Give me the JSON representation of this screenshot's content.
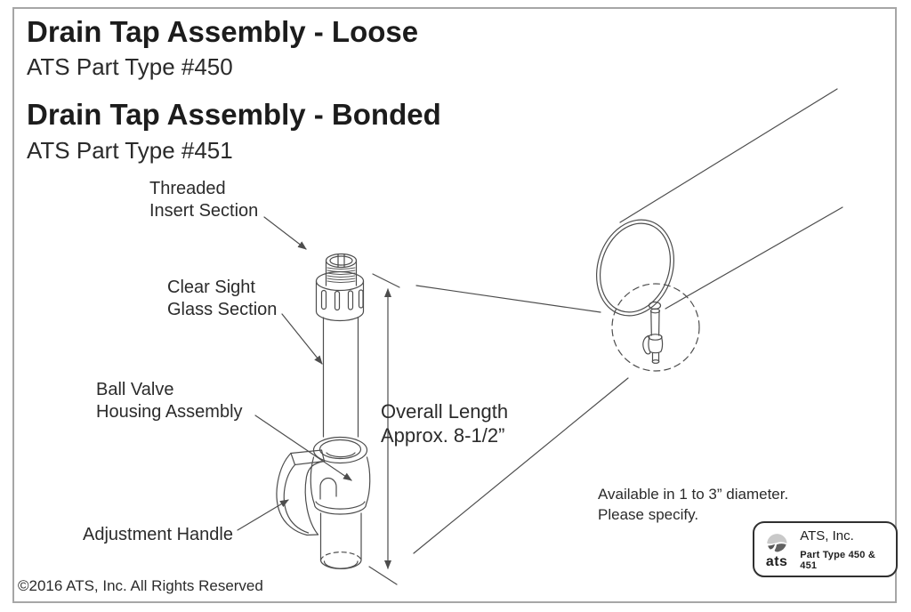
{
  "colors": {
    "line": "#4d4d4d",
    "text": "#232323",
    "frame_border": "#a6a6a6",
    "logo_border": "#303030",
    "logo_light_gray": "#c9c9c9",
    "logo_dark_gray": "#575757"
  },
  "header": {
    "title1": "Drain Tap Assembly - Loose",
    "subtitle1": "ATS Part Type #450",
    "title2": "Drain Tap Assembly - Bonded",
    "subtitle2": "ATS Part Type #451"
  },
  "labels": {
    "threaded_1": "Threaded",
    "threaded_2": "Insert Section",
    "sight_1": "Clear Sight",
    "sight_2": "Glass Section",
    "valve_1": "Ball Valve",
    "valve_2": "Housing Assembly",
    "handle": "Adjustment Handle",
    "length_1": "Overall Length",
    "length_2": "Approx. 8-1/2”"
  },
  "note": {
    "line1": "Available in 1 to 3” diameter.",
    "line2": "Please specify."
  },
  "footer": {
    "copyright": "©2016 ATS, Inc. All Rights Reserved"
  },
  "logo": {
    "icon": "ats-globe-icon",
    "mark": "ats",
    "company": "ATS, Inc.",
    "part": "Part Type 450 & 451"
  }
}
